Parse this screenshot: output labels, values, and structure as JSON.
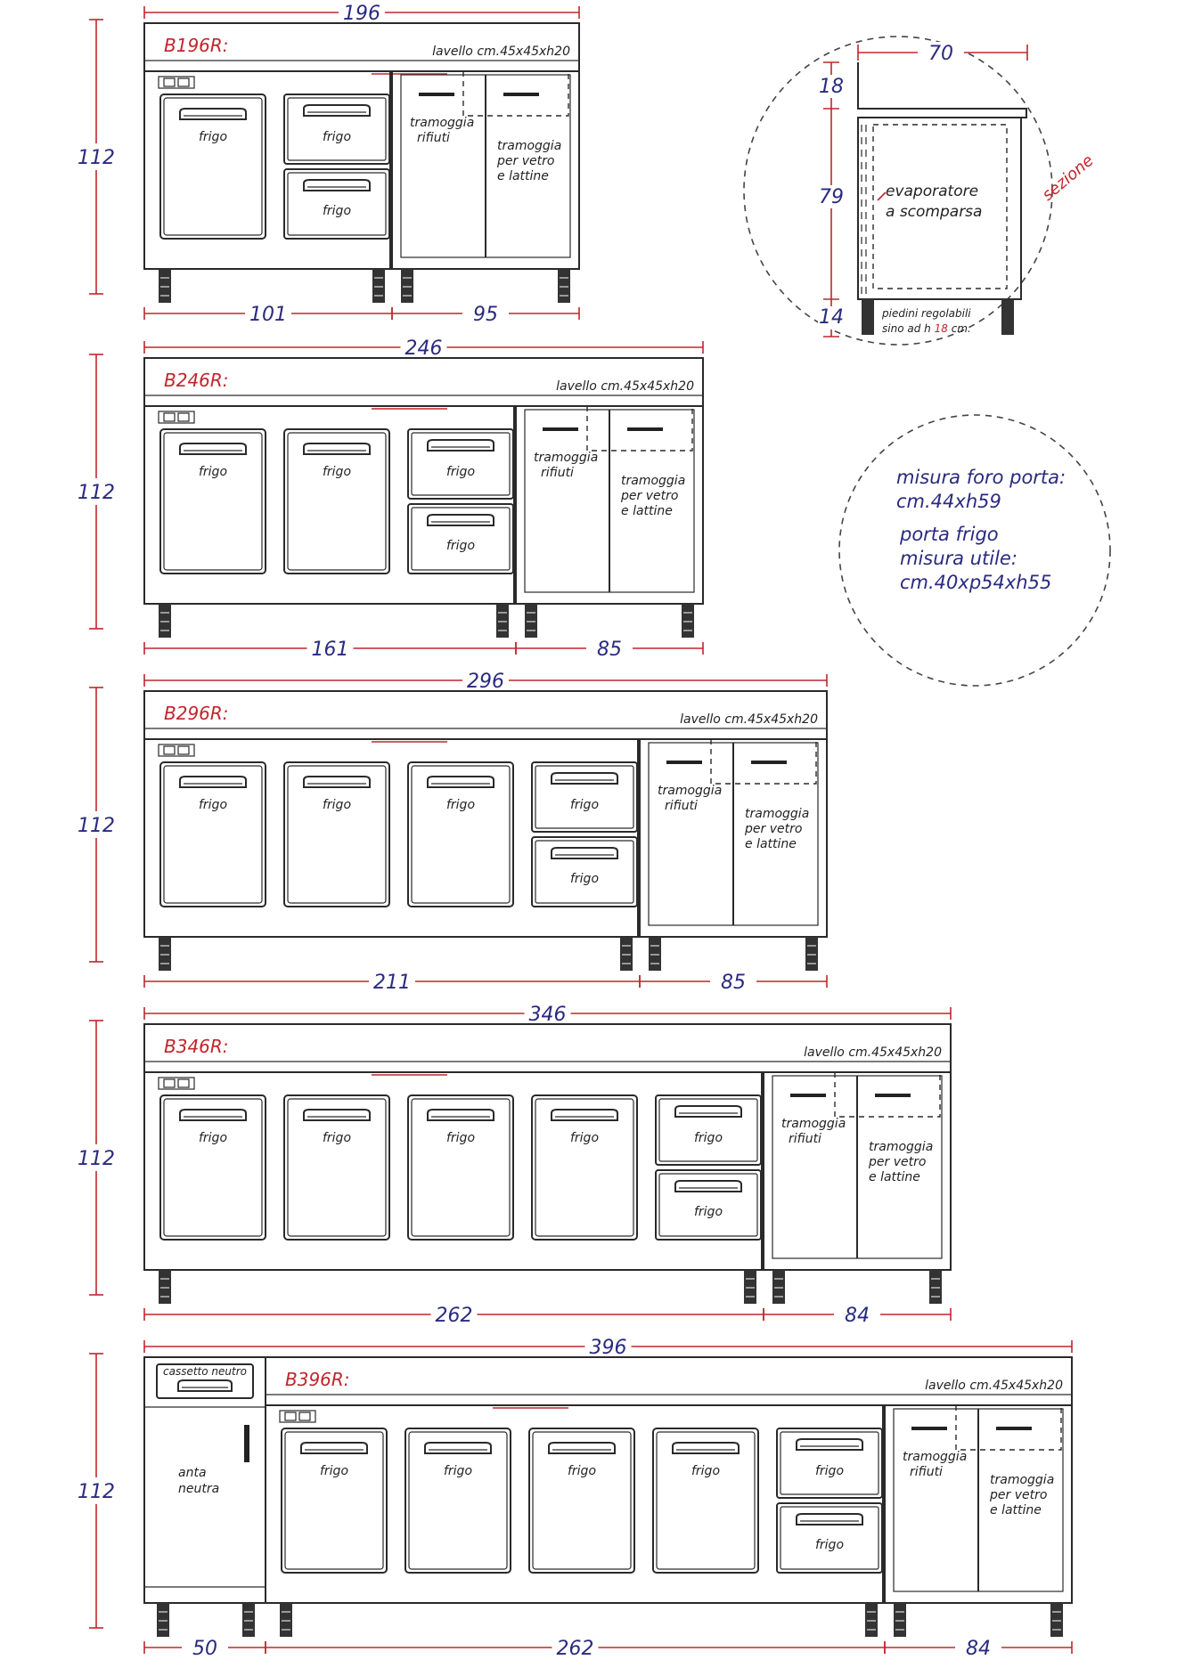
{
  "labels": {
    "frigo": "frigo",
    "hopper_waste": [
      "tramoggia",
      "rifiuti"
    ],
    "hopper_glass": [
      "tramoggia",
      "per vetro",
      "e lattine"
    ],
    "sink": "lavello cm.45x45xh20",
    "neutral_drawer": "cassetto neutro",
    "neutral_door": [
      "anta",
      "neutra"
    ]
  },
  "units": [
    {
      "model": "B196R:",
      "total": "196",
      "height": "112",
      "segments": [
        "101",
        "95"
      ],
      "doors": 1,
      "drawer_stack": true
    },
    {
      "model": "B246R:",
      "total": "246",
      "height": "112",
      "segments": [
        "161",
        "85"
      ],
      "doors": 2,
      "drawer_stack": true
    },
    {
      "model": "B296R:",
      "total": "296",
      "height": "112",
      "segments": [
        "211",
        "85"
      ],
      "doors": 3,
      "drawer_stack": true
    },
    {
      "model": "B346R:",
      "total": "346",
      "height": "112",
      "segments": [
        "262",
        "84"
      ],
      "doors": 4,
      "drawer_stack": true
    },
    {
      "model": "B396R:",
      "total": "396",
      "height": "112",
      "segments": [
        "50",
        "262",
        "84"
      ],
      "doors": 4,
      "drawer_stack": true
    }
  ],
  "section": {
    "title": "sezione",
    "depth": "70",
    "heights": [
      "18",
      "79",
      "14"
    ],
    "evaporator": [
      "evaporatore",
      "a scomparsa"
    ],
    "feet_line1": "piedini regolabili",
    "feet_line2_pre": "sino ad h",
    "feet_value": "18",
    "feet_line2_post": "cm."
  },
  "info": {
    "line1": "misura foro porta:",
    "line2": "cm.44xh59",
    "line3": "porta frigo",
    "line4": "misura utile:",
    "line5": "cm.40xp54xh55"
  },
  "colors": {
    "dimension": "#c0262c",
    "numbers": "#2a2a80",
    "lines": "#2a2a2a"
  }
}
